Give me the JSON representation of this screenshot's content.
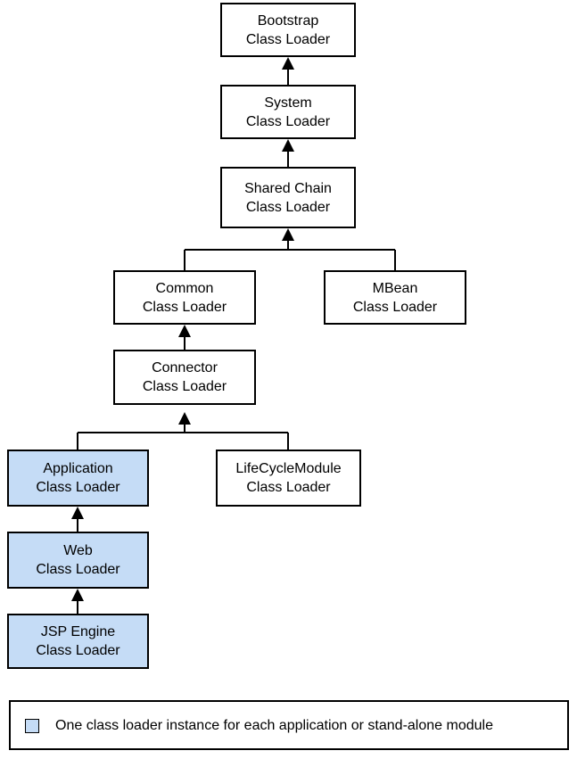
{
  "colors": {
    "per_application_fill": "#c5dcf6",
    "default_fill": "#ffffff",
    "stroke": "#000000"
  },
  "nodes": {
    "bootstrap": {
      "line1": "Bootstrap",
      "line2": "Class Loader"
    },
    "system": {
      "line1": "System",
      "line2": "Class Loader"
    },
    "shared_chain": {
      "line1": "Shared Chain",
      "line2": "Class Loader"
    },
    "common": {
      "line1": "Common",
      "line2": "Class Loader"
    },
    "mbean": {
      "line1": "MBean",
      "line2": "Class Loader"
    },
    "connector": {
      "line1": "Connector",
      "line2": "Class Loader"
    },
    "application": {
      "line1": "Application",
      "line2": "Class Loader"
    },
    "lifecycle_module": {
      "line1": "LifeCycleModule",
      "line2": "Class Loader"
    },
    "web": {
      "line1": "Web",
      "line2": "Class Loader"
    },
    "jsp_engine": {
      "line1": "JSP Engine",
      "line2": "Class Loader"
    }
  },
  "edges": [
    {
      "child": "system",
      "parent": "bootstrap"
    },
    {
      "child": "shared_chain",
      "parent": "system"
    },
    {
      "child": "common",
      "parent": "shared_chain"
    },
    {
      "child": "mbean",
      "parent": "shared_chain"
    },
    {
      "child": "connector",
      "parent": "common"
    },
    {
      "child": "application",
      "parent": "connector"
    },
    {
      "child": "lifecycle_module",
      "parent": "connector"
    },
    {
      "child": "web",
      "parent": "application"
    },
    {
      "child": "jsp_engine",
      "parent": "web"
    }
  ],
  "legend": {
    "text": "One class loader instance for each application or stand-alone module"
  }
}
